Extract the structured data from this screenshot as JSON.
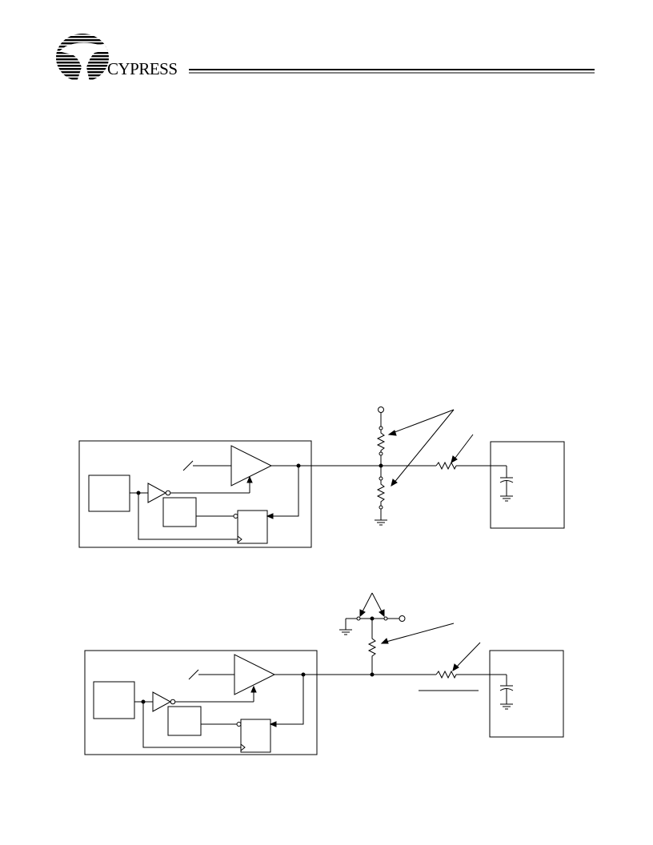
{
  "header": {
    "brand_name": "CYPRESS",
    "logo_icon": "cypress-tree-logo-icon"
  },
  "figures": [
    {
      "name": "resistor-divider-termination-circuit"
    },
    {
      "name": "variable-resistor-termination-circuit"
    }
  ]
}
